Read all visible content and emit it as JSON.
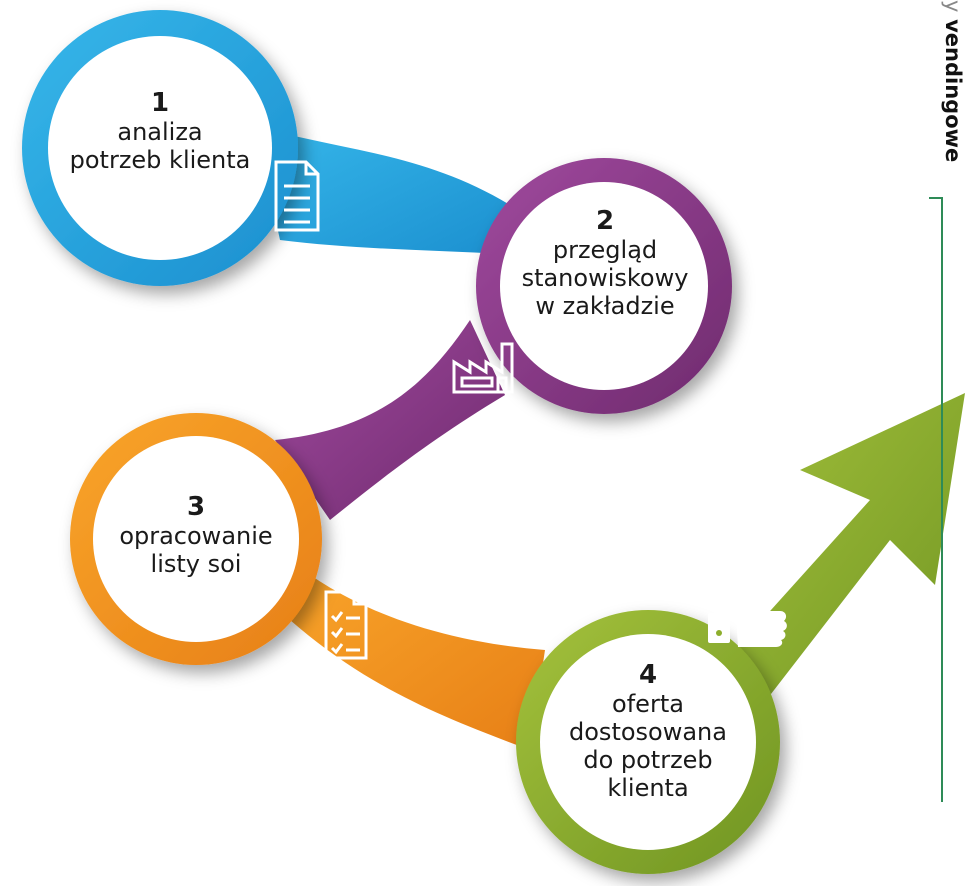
{
  "steps": [
    {
      "number": "1",
      "lines": [
        "analiza",
        "potrzeb klienta"
      ],
      "color": "#29a9e1",
      "icon": "document-icon"
    },
    {
      "number": "2",
      "lines": [
        "przegląd",
        "stanowiskowy",
        "w zakładzie"
      ],
      "color": "#8e3a8c",
      "icon": "factory-icon"
    },
    {
      "number": "3",
      "lines": [
        "opracowanie",
        "listy soi"
      ],
      "color": "#f3901e",
      "icon": "checklist-icon"
    },
    {
      "number": "4",
      "lines": [
        "oferta",
        "dostosowana",
        "do potrzeb",
        "klienta"
      ],
      "color": "#8dae2c",
      "icon": "thumbs-up-icon"
    }
  ],
  "side_label": {
    "prefix": "y ",
    "word": "vendingowe"
  },
  "colors": {
    "blue": "#29a9e1",
    "purple": "#8e3a8c",
    "orange": "#f3901e",
    "green": "#8dae2c",
    "rule": "#2e8b57"
  }
}
